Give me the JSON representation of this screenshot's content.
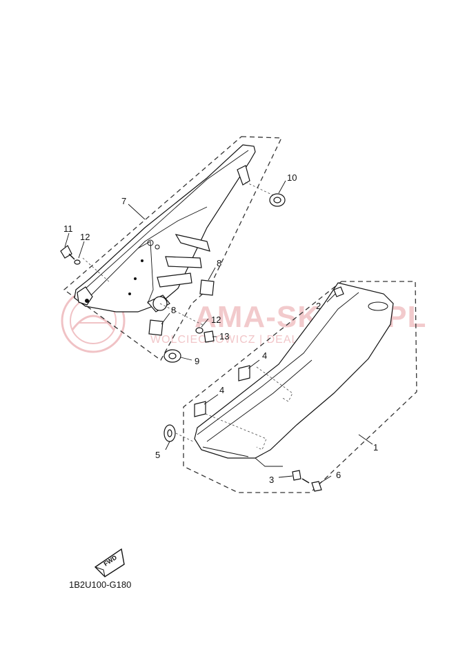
{
  "diagram": {
    "callouts": [
      "1",
      "2",
      "3",
      "4",
      "4",
      "5",
      "6",
      "7",
      "8",
      "8",
      "9",
      "10",
      "11",
      "12",
      "12",
      "13"
    ],
    "direction_marker": "FWD",
    "drawing_code": "1B2U100-G180"
  },
  "watermark": {
    "main": "AMA-SKLEP.PL",
    "sub": "WOLCIECHOWICZ | DEALER YAMAHA"
  }
}
